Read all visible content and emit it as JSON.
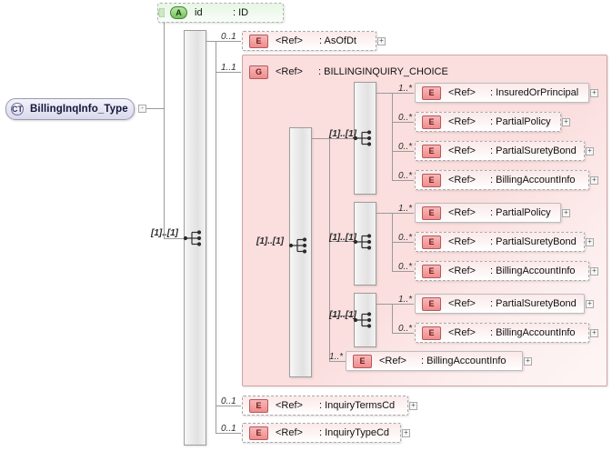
{
  "diagram": {
    "kind": "xsd-schema-diagram",
    "root": {
      "badge": "CT",
      "label": "BillingInqInfo_Type",
      "expander": "-"
    },
    "colors": {
      "group_fill": "#fbdede",
      "element_fill": "#fce9e9",
      "attribute_fill": "#e7f7e4",
      "complextype_fill": "#e4e4f2",
      "badge_e": "#ef8c8c",
      "badge_a": "#74c25a",
      "line": "#9a9a9a"
    },
    "labels": {
      "ref": "<Ref>",
      "expander_plus": "+",
      "expander_minus": "-"
    },
    "attribute": {
      "badge": "A",
      "name": "id",
      "type": ": ID"
    },
    "root_sequence": {
      "cardinality": "[1]..[1]",
      "icon": "sequence-icon"
    },
    "top_children": [
      {
        "badge": "E",
        "ref": "<Ref>",
        "name": ": AsOfDt",
        "cardinality": "0..1",
        "optional": true,
        "expander": "+"
      }
    ],
    "choice_group": {
      "badge": "G",
      "ref": "<Ref>",
      "name": ": BILLINGINQUIRY_CHOICE",
      "cardinality": "1..1",
      "inner_choice_cardinality": "[1]..[1]",
      "sequences": [
        {
          "cardinality": "[1]..[1]",
          "items": [
            {
              "badge": "E",
              "ref": "<Ref>",
              "name": ": InsuredOrPrincipal",
              "cardinality": "1..*",
              "optional": false,
              "expander": "+"
            },
            {
              "badge": "E",
              "ref": "<Ref>",
              "name": ": PartialPolicy",
              "cardinality": "0..*",
              "optional": true,
              "expander": "+"
            },
            {
              "badge": "E",
              "ref": "<Ref>",
              "name": ": PartialSuretyBond",
              "cardinality": "0..*",
              "optional": true,
              "expander": "+"
            },
            {
              "badge": "E",
              "ref": "<Ref>",
              "name": ": BillingAccountInfo",
              "cardinality": "0..*",
              "optional": true,
              "expander": "+"
            }
          ]
        },
        {
          "cardinality": "[1]..[1]",
          "items": [
            {
              "badge": "E",
              "ref": "<Ref>",
              "name": ": PartialPolicy",
              "cardinality": "1..*",
              "optional": false,
              "expander": "+"
            },
            {
              "badge": "E",
              "ref": "<Ref>",
              "name": ": PartialSuretyBond",
              "cardinality": "0..*",
              "optional": true,
              "expander": "+"
            },
            {
              "badge": "E",
              "ref": "<Ref>",
              "name": ": BillingAccountInfo",
              "cardinality": "0..*",
              "optional": true,
              "expander": "+"
            }
          ]
        },
        {
          "cardinality": "[1]..[1]",
          "items": [
            {
              "badge": "E",
              "ref": "<Ref>",
              "name": ": PartialSuretyBond",
              "cardinality": "1..*",
              "optional": false,
              "expander": "+"
            },
            {
              "badge": "E",
              "ref": "<Ref>",
              "name": ": BillingAccountInfo",
              "cardinality": "0..*",
              "optional": true,
              "expander": "+"
            }
          ]
        }
      ],
      "direct_item": {
        "badge": "E",
        "ref": "<Ref>",
        "name": ": BillingAccountInfo",
        "cardinality": "1..*",
        "optional": false,
        "expander": "+"
      }
    },
    "bottom_children": [
      {
        "badge": "E",
        "ref": "<Ref>",
        "name": ": InquiryTermsCd",
        "cardinality": "0..1",
        "optional": true,
        "expander": "+"
      },
      {
        "badge": "E",
        "ref": "<Ref>",
        "name": ": InquiryTypeCd",
        "cardinality": "0..1",
        "optional": true,
        "expander": "+"
      }
    ]
  }
}
